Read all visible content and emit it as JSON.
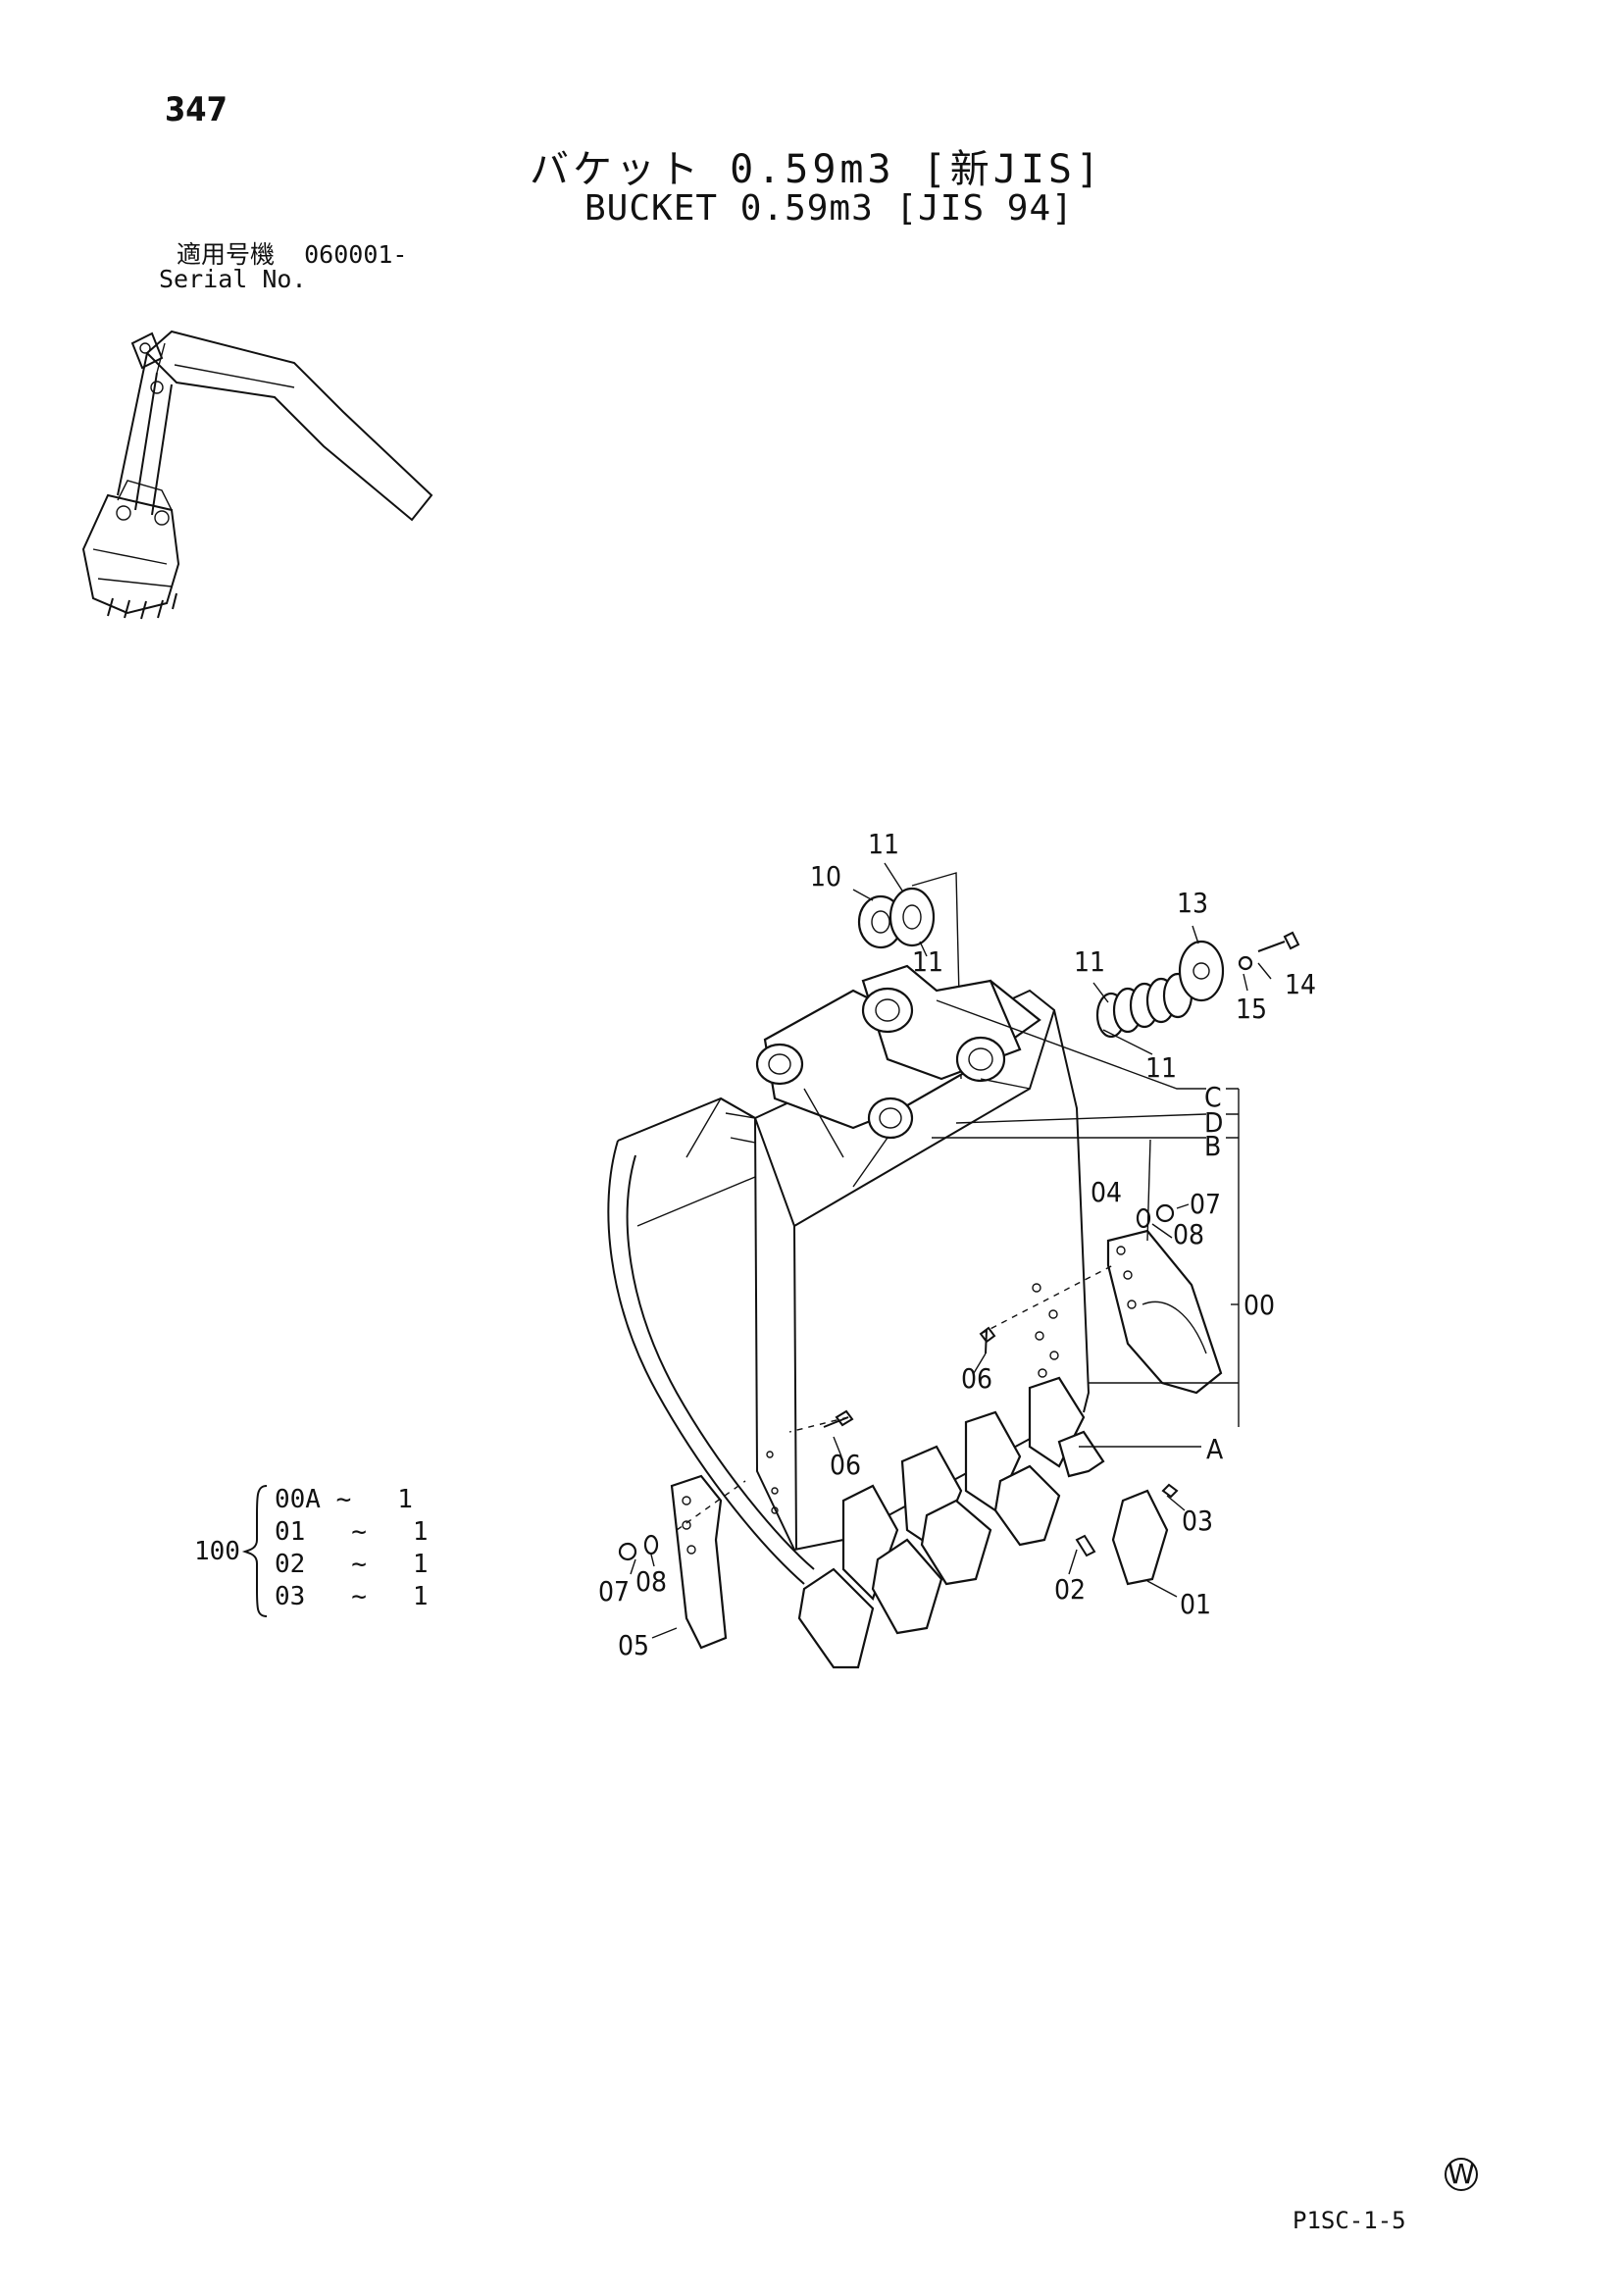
{
  "header": {
    "page_number": "347",
    "title_jp": "バケット 0.59m3 [新JIS]",
    "title_en": "BUCKET 0.59m3 [JIS 94]"
  },
  "serial": {
    "label_jp": "適用号機",
    "value": "060001-",
    "label_en": "Serial No."
  },
  "callouts": {
    "c10": "10",
    "c11a": "11",
    "c11b": "11",
    "c11c": "11",
    "c11d": "11",
    "c13": "13",
    "c14": "14",
    "c15": "15",
    "cC": "C",
    "cD": "D",
    "cB": "B",
    "c04": "04",
    "c07a": "07",
    "c08a": "08",
    "c00": "00",
    "c06a": "06",
    "c06b": "06",
    "cA": "A",
    "c03": "03",
    "c02": "02",
    "c01": "01",
    "c07b": "07",
    "c08b": "08",
    "c05": "05"
  },
  "kit": {
    "label": "100",
    "rows": [
      {
        "code": "00A",
        "tilde": "~",
        "qty": "1"
      },
      {
        "code": "01",
        "tilde": "~",
        "qty": "1"
      },
      {
        "code": "02",
        "tilde": "~",
        "qty": "1"
      },
      {
        "code": "03",
        "tilde": "~",
        "qty": "1"
      }
    ]
  },
  "footer": {
    "watermark": "W",
    "plate_code": "P1SC-1-5"
  }
}
